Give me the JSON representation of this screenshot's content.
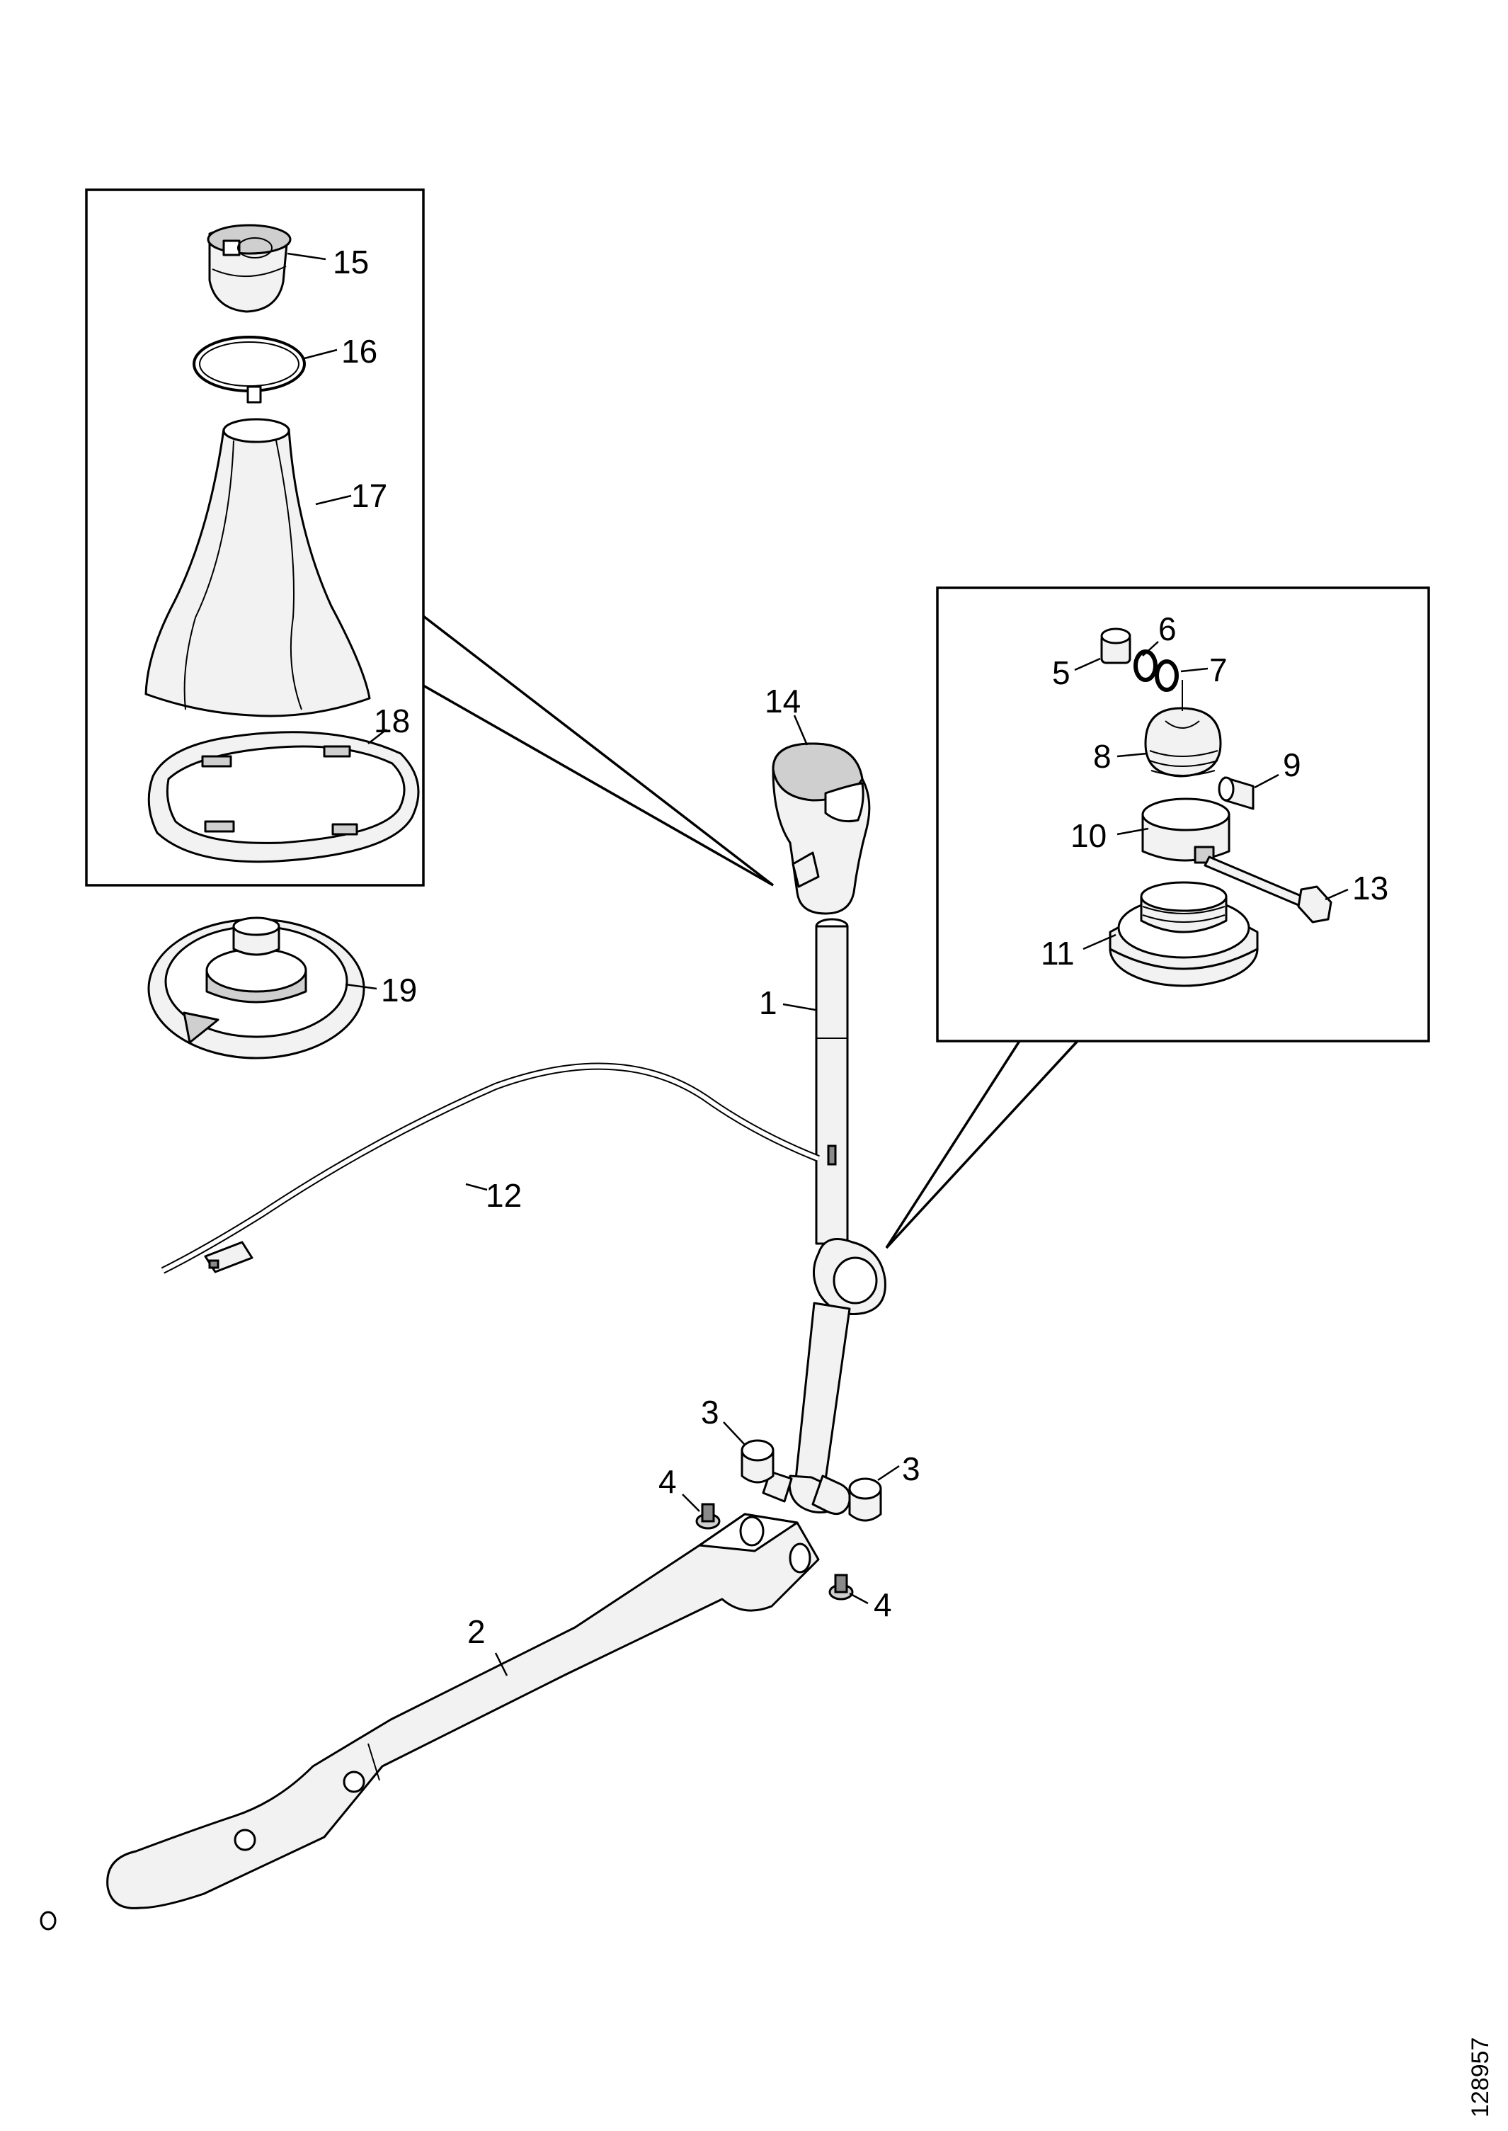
{
  "figure_id": "128957",
  "callouts": {
    "c1": "1",
    "c2": "2",
    "c3a": "3",
    "c3b": "3",
    "c4a": "4",
    "c4b": "4",
    "c5": "5",
    "c6": "6",
    "c7": "7",
    "c8": "8",
    "c9": "9",
    "c10": "10",
    "c11": "11",
    "c12": "12",
    "c13": "13",
    "c14": "14",
    "c15": "15",
    "c16": "16",
    "c17": "17",
    "c18": "18",
    "c19": "19"
  }
}
